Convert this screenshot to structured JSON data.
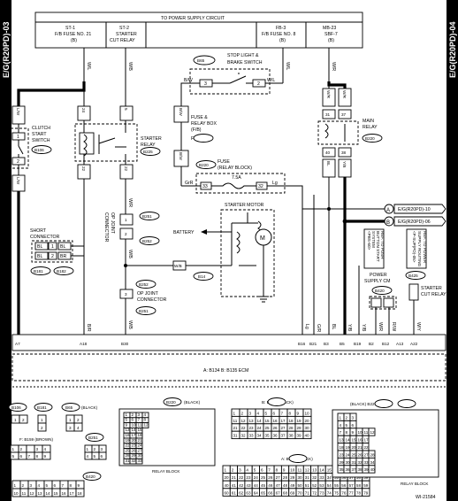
{
  "side_band_top": "E/G(R20PD)-03",
  "side_band_bottom": "E/G(R20PD)-04",
  "power_supply_circuit": "TO POWER SUPPLY CIRCUIT",
  "fuses": [
    {
      "name": "ST-1",
      "desc": "F/B FUSE NO. 21",
      "tag": "(B)"
    },
    {
      "name": "ST-2",
      "desc": "STARTER",
      "desc2": "CUT RELAY",
      "tag": ""
    },
    {
      "name": "FB-3",
      "desc": "F/B FUSE NO. 8",
      "tag": "(B)"
    },
    {
      "name": "MB-23",
      "desc": "SBF-7",
      "tag": "(B)"
    }
  ],
  "components": {
    "stop_light": {
      "label": "STOP LIGHT &",
      "label2": "BRAKE SWITCH",
      "conn": "B65"
    },
    "clutch": {
      "label": "CLUTCH",
      "label2": "START",
      "label3": "SWITCH",
      "conn": "B106"
    },
    "fuse_relay_box": {
      "label": "FUSE &",
      "label2": "RELAY BOX",
      "label3": "(F/B)",
      "conn": "F: B159"
    },
    "starter_relay": {
      "label": "STARTER",
      "label2": "RELAY",
      "conn": "B225"
    },
    "main_relay": {
      "label": "MAIN",
      "label2": "RELAY",
      "conn": "B220"
    },
    "fuse_rb": {
      "label": "FUSE",
      "label2": "(RELAY BLOCK)",
      "conn": "B220",
      "amp": "7.5A"
    },
    "starter_motor": {
      "label": "STARTER MOTOR",
      "battery": "BATTERY",
      "motor": "M",
      "conn": "B14"
    },
    "short_connector": {
      "label": "SHORT",
      "label2": "CONNECTOR",
      "conns": [
        "B181",
        "B182"
      ]
    },
    "op_joint_1": {
      "label": "OP JOINT",
      "label2": "CONNECTOR",
      "conns": [
        "B251",
        "B252"
      ]
    },
    "op_joint_2": {
      "label": "OP JOINT",
      "label2": "CONNECTOR",
      "conns": [
        "B252",
        "B251"
      ]
    },
    "power_supply_cm": {
      "label": "POWER",
      "label2": "SUPPLY CM",
      "conn": "B420"
    },
    "starter_cut_relay": {
      "label": "STARTER",
      "label2": "CUT RELAY",
      "conn": "B425"
    },
    "ref1": {
      "lines": [
        "REF. TO PUSH",
        "BUTTON START",
        "SYSTEM",
        "<PBS-60>"
      ]
    },
    "ref2": {
      "lines": [
        "REF. TO POWER",
        "SUPPLY ROUTING",
        "<P-SUP(PD)-05>"
      ]
    }
  },
  "wires": {
    "wl": "W/L",
    "lw": "L/W",
    "wb": "W/B",
    "bw": "B/W",
    "br": "B/R",
    "gr": "G/R",
    "lg": "Lg",
    "wr": "W/R",
    "yb": "Y/B",
    "bl": "BL",
    "rw": "R/W",
    "wy": "W/Y",
    "grr": "GrR",
    "lr": "L/R"
  },
  "connector_pins": {
    "clutch": [
      "1",
      "2"
    ],
    "starter_relay": [
      "24",
      "5",
      "22",
      "22"
    ],
    "short": [
      "BL",
      "1",
      "BL",
      "BL",
      "2",
      "BR"
    ],
    "stop_light": [
      "3",
      "2"
    ],
    "fuse_rb": [
      "33",
      "32"
    ],
    "main_relay": [
      "31",
      "37",
      "40",
      "38"
    ],
    "op_joint": [
      "1",
      "2",
      "3"
    ]
  },
  "offpage": [
    {
      "letter": "A",
      "text": "E/G(R20PD)-10"
    },
    {
      "letter": "B",
      "text": "E/G(R20PD)-06"
    }
  ],
  "ecm": {
    "text": "A: B134  B: B135  ECM",
    "a_conn": "B134",
    "b_conn": "B135"
  },
  "ecm_pins": [
    "A7",
    "A18",
    "B30",
    "B16",
    "B21",
    "B3",
    "B5",
    "B19",
    "B2",
    "B12",
    "A13",
    "A22"
  ],
  "connector_views": [
    {
      "id": "B106",
      "title": "",
      "rows": [
        [
          "1",
          "2"
        ]
      ]
    },
    {
      "id": "B181",
      "title": "",
      "rows": [
        [
          "1"
        ],
        [
          "2"
        ]
      ]
    },
    {
      "id": "B65",
      "title": "(BLACK)",
      "rows": [
        [
          "1",
          "2"
        ],
        [
          "3",
          "4"
        ]
      ]
    },
    {
      "id": "B159",
      "title": "F: B159 (BROWN)",
      "rows": [
        [
          "1",
          "2",
          "",
          "3",
          "4"
        ],
        [
          "5",
          "6",
          "7",
          "8",
          "9"
        ]
      ]
    },
    {
      "id": "B251",
      "title": "",
      "rows": [
        [
          "1",
          "2",
          "3"
        ],
        [
          "4",
          "5",
          "6"
        ]
      ]
    },
    {
      "id": "B420",
      "title": "",
      "rows": [
        [
          "1",
          "2",
          "3",
          "4",
          "5",
          "6",
          "7",
          "8",
          "9"
        ],
        [
          "10",
          "11",
          "12",
          "13",
          "14",
          "15",
          "16",
          "17",
          "18"
        ]
      ]
    },
    {
      "id": "B220",
      "title": "(BLACK)",
      "subtitle": "RELAY BLOCK"
    },
    {
      "id": "B135",
      "title": "B: B135 (BLACK)"
    },
    {
      "id": "B134",
      "title": "A: B134 (BLACK)"
    },
    {
      "id": "B225",
      "title": "(BLACK) B225 B425",
      "subtitle": "RELAY BLOCK"
    }
  ],
  "figure_id": "WI-21584"
}
